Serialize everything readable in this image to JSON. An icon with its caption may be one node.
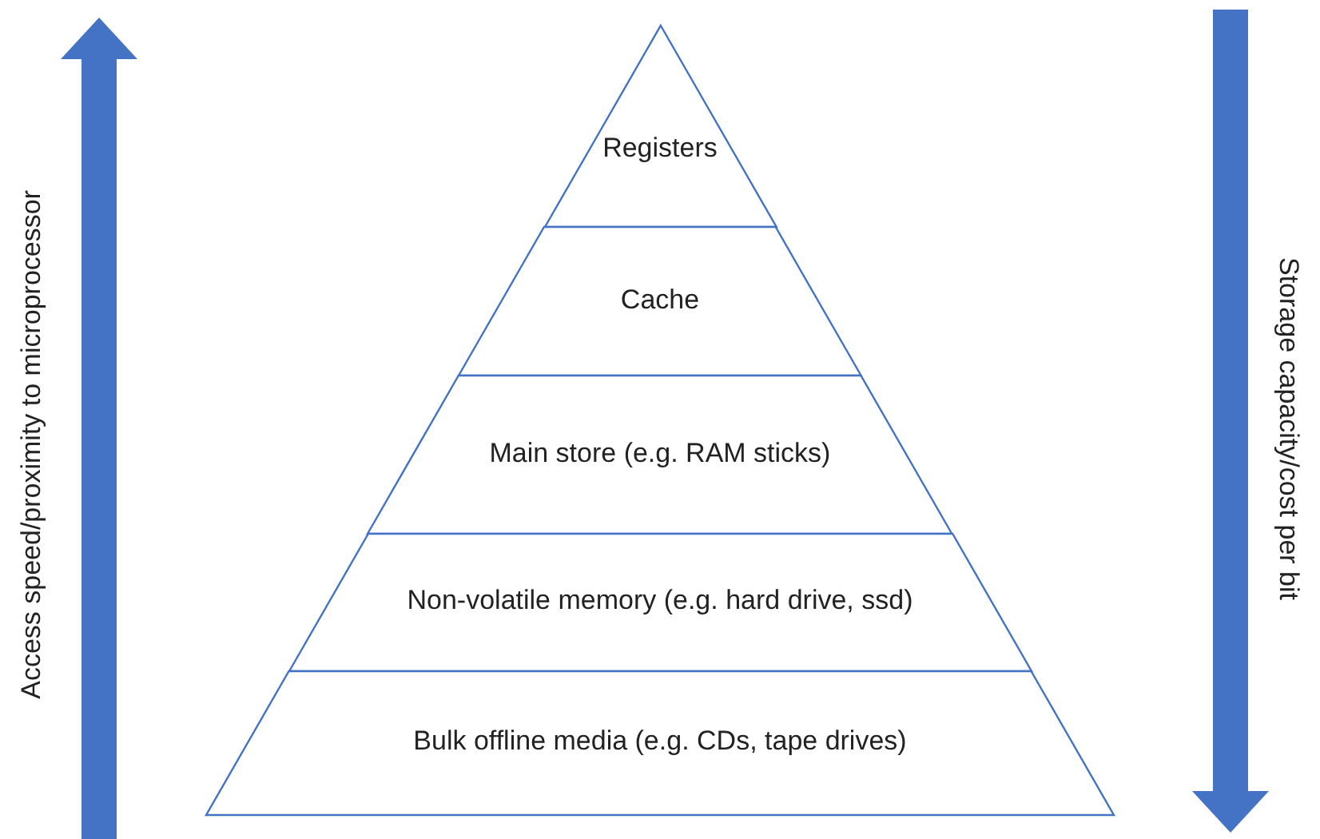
{
  "diagram": {
    "nodes": [
      {
        "text": [
          "Registers"
        ]
      },
      {
        "text": [
          "Cache"
        ]
      },
      {
        "text": [
          "Main store (e.g. RAM sticks)"
        ]
      },
      {
        "text": [
          "Non-volatile memory (e.g. hard drive, ssd)"
        ]
      },
      {
        "text": [
          "Bulk offline media (e.g. CDs, tape drives)"
        ]
      }
    ],
    "labels": [
      "Access speed/proximity to microprocessor",
      "Storage capacity/cost per bit"
    ]
  }
}
